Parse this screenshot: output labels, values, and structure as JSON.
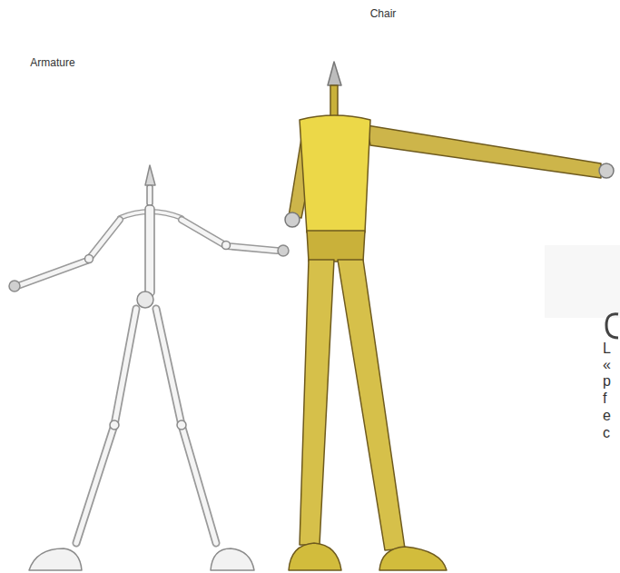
{
  "diagram": {
    "labels": [
      "Armature",
      "Chair",
      "L",
      "«",
      "p",
      "f",
      "e",
      "c"
    ]
  }
}
